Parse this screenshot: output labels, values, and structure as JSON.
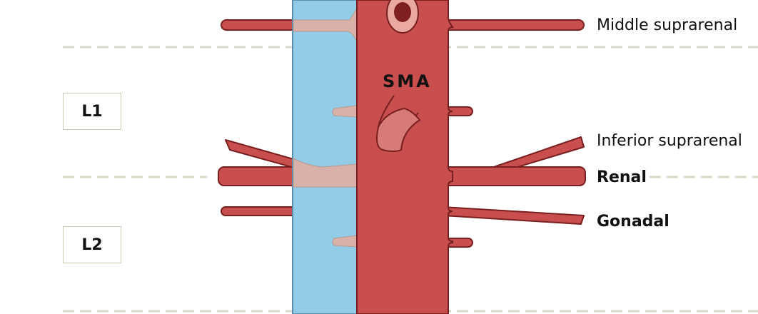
{
  "labels": {
    "middle_suprarenal": "Middle suprarenal",
    "inferior_suprarenal": "Inferior suprarenal",
    "renal": "Renal",
    "gonadal": "Gonadal",
    "sma": "SMA"
  },
  "vertebrae": [
    "L1",
    "L2"
  ],
  "colors": {
    "artery": "#c94f4f",
    "artery_outline": "#7a1f1f",
    "artery_light": "#d77b76",
    "vein": "#92cce6",
    "vein_outline": "#5a8fb0",
    "overlap": "#d9b1a8",
    "dashed_line": "#d8d6c6",
    "box_border": "#c9c8b4"
  }
}
